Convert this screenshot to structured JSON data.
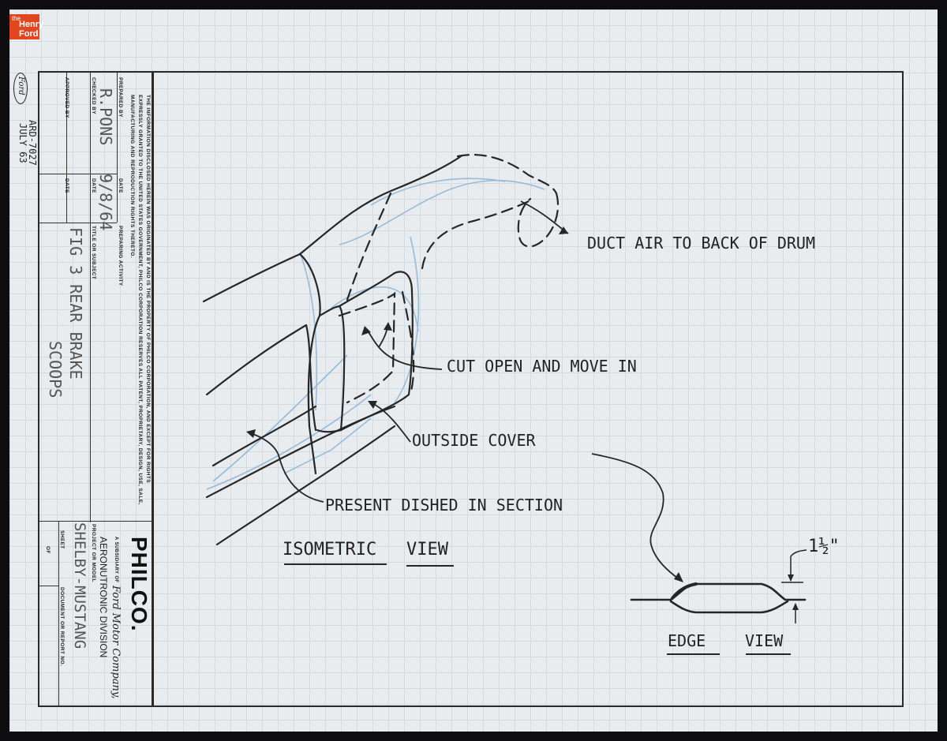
{
  "museum_badge": {
    "the": "the",
    "henry": "Henry",
    "ford": "Ford"
  },
  "drawing_id": {
    "logo_text": "Ford",
    "code": "ARD-7027",
    "date": "JULY 63"
  },
  "title_block": {
    "notice": "THE INFORMATION DISCLOSED HEREIN WAS ORIGINATED BY AND IS THE PROPERTY OF PHILCO CORPORATION, AND EXCEPT FOR RIGHTS EXPRESSLY GRANTED TO THE UNITED STATES GOVERNMENT, PHILCO CORPORATION RESERVES ALL PATENT, PROPRIETARY, DESIGN, USE, SALE, MANUFACTURING AND REPRODUCTION RIGHTS THERETO.",
    "prepared_by_label": "PREPARED BY",
    "date_label": "DATE",
    "preparing_activity_label": "PREPARING ACTIVITY",
    "checked_by_label": "CHECKED BY",
    "checked_by_value": "R.PONS",
    "checked_date_label": "DATE",
    "checked_date_value": "9/8/64",
    "title_label": "TITLE OR SUBJECT",
    "title_line1": "FIG 3    REAR  BRAKE",
    "title_line2": "SCOOPS",
    "approved_by_label": "APPROVED BY",
    "approved_date_label": "DATE",
    "company": "PHILCO.",
    "subsidiary_prefix": "A SUBSIDIARY OF",
    "subsidiary_name": "Ford Motor Company,",
    "division": "AERONUTRONIC DIVISION",
    "project_label": "PROJECT OR MODEL",
    "project_value": "SHELBY-MUSTANG",
    "sheet_label": "SHEET",
    "of_label": "OF",
    "document_label": "DOCUMENT OR REPORT NO."
  },
  "drawing": {
    "duct_note": "DUCT AIR TO BACK OF DRUM",
    "cut_note": "CUT OPEN AND MOVE IN",
    "cover_note": "OUTSIDE COVER",
    "present_note": "PRESENT  DISHED IN SECTION",
    "iso_word1": "ISOMETRIC",
    "iso_word2": "VIEW",
    "edge_word1": "EDGE",
    "edge_word2": "VIEW",
    "dimension": "1½\""
  },
  "colors": {
    "paper": "#e8ecef",
    "grid": "#d3dae0",
    "ink": "#262626",
    "pencil_blue": "#8fb6d6",
    "badge": "#e2461f"
  }
}
